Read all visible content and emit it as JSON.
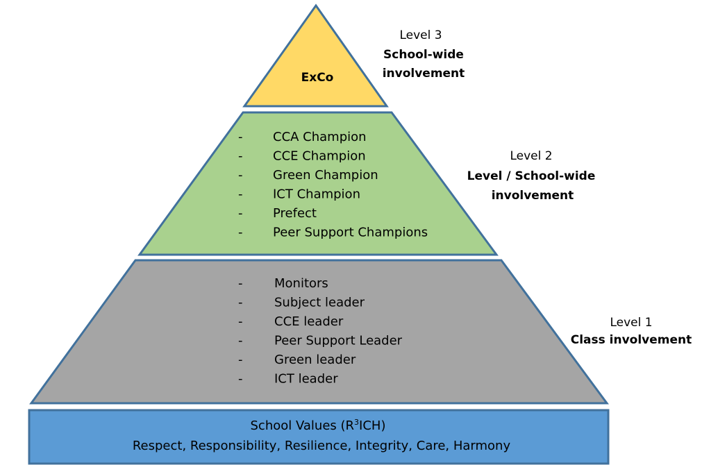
{
  "colors": {
    "top_tier": "#ffd966",
    "middle_tier": "#a9d18e",
    "bottom_tier": "#a5a5a5",
    "base": "#5b9bd5",
    "outline": "#41719c"
  },
  "pyramid": {
    "top": {
      "label": "ExCo"
    },
    "middle": {
      "bullet": "-",
      "items": [
        "CCA Champion",
        "CCE Champion",
        "Green Champion",
        "ICT Champion",
        "Prefect",
        "Peer Support Champions"
      ]
    },
    "bottom": {
      "bullet": "-",
      "items": [
        "Monitors",
        "Subject leader",
        "CCE leader",
        "Peer Support Leader",
        "Green leader",
        "ICT leader"
      ]
    }
  },
  "levels": {
    "level3": {
      "name": "Level 3",
      "desc_line1": "School-wide",
      "desc_line2": "involvement"
    },
    "level2": {
      "name": "Level 2",
      "desc_line1": "Level / School-wide",
      "desc_line2": "involvement"
    },
    "level1": {
      "name": "Level 1",
      "desc_line1": "Class involvement"
    }
  },
  "base": {
    "title_prefix": "School Values (R",
    "title_superscript": "3",
    "title_suffix": "ICH)",
    "values_line": "Respect, Responsibility, Resilience, Integrity, Care, Harmony"
  }
}
